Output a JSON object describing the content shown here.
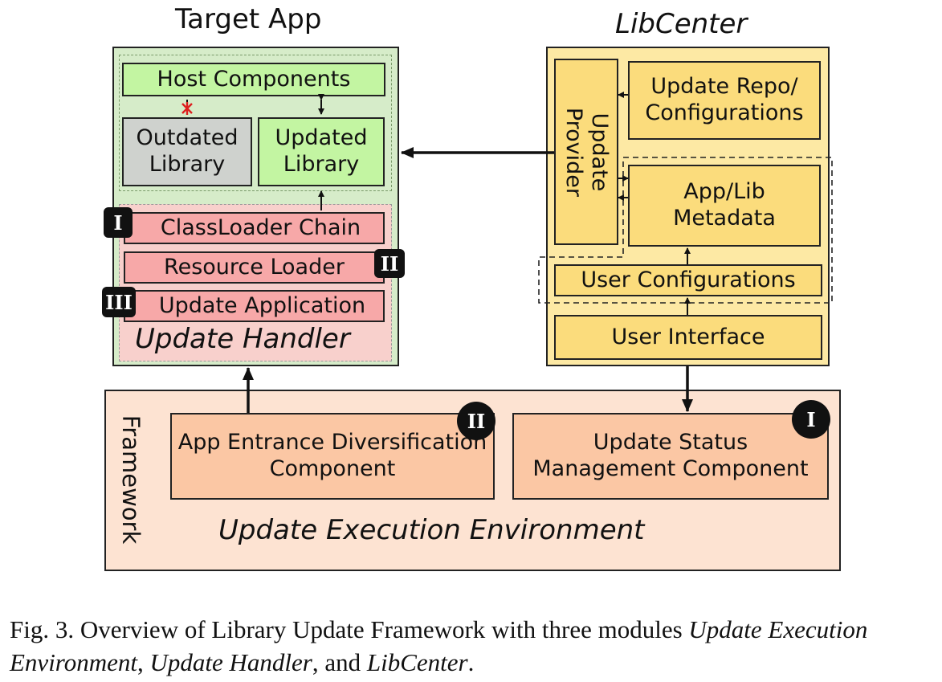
{
  "target_app": {
    "title": "Target App",
    "host_components": "Host Components",
    "outdated_library": "Outdated Library",
    "updated_library": "Updated Library",
    "update_handler": {
      "classloader_chain": "ClassLoader Chain",
      "resource_loader": "Resource Loader",
      "update_application": "Update Application",
      "label": "Update Handler"
    }
  },
  "libcenter": {
    "title": "LibCenter",
    "update_provider": "Update Provider",
    "update_repo": "Update Repo/ Configurations",
    "metadata": "App/Lib Metadata",
    "user_configurations": "User Configurations",
    "user_interface": "User Interface"
  },
  "framework": {
    "side_label": "Framework",
    "app_entrance": "App Entrance Diversification Component",
    "update_status": "Update Status Management Component",
    "label": "Update Execution Environment"
  },
  "badges": {
    "classloader": "I",
    "resource": "II",
    "update_app": "III",
    "app_entrance": "II",
    "update_status": "I"
  },
  "caption": {
    "prefix": "Fig. 3.  Overview of Library Update Framework with three modules ",
    "em1": "Update Execution Environment",
    "sep1": ", ",
    "em2": "Update Handler",
    "sep2": ", and ",
    "em3": "LibCenter",
    "end": "."
  },
  "colors": {
    "target_app_bg": "#d6ecc9",
    "host_green": "#c3f5a2",
    "outdated_gray": "#cfd2ce",
    "handler_bg": "#f8d0cc",
    "handler_box": "#f7a8a8",
    "libcenter_bg": "#fde9a4",
    "libcenter_box": "#fbdc7c",
    "framework_bg": "#fde3d2",
    "framework_box": "#fbc7a4",
    "cross": "#dd1f1f"
  }
}
